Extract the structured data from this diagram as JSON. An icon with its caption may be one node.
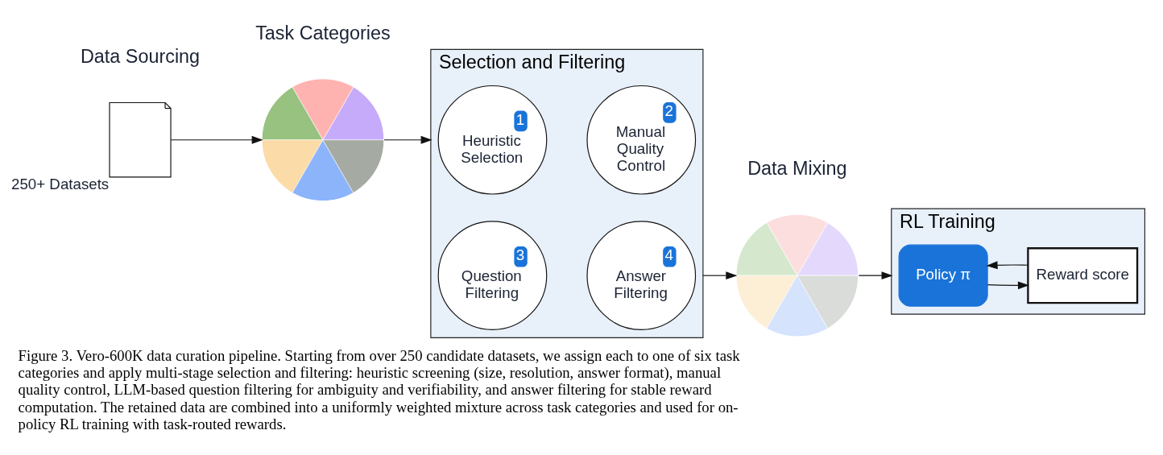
{
  "diagram": {
    "caption": "Figure 3. Vero-600K data curation pipeline. Starting from over 250 candidate datasets, we assign each to one of six task categories and apply multi-stage selection and filtering: heuristic screening (size, resolution, answer format), manual quality control, LLM-based question filtering for ambiguity and verifiability, and answer filtering for stable reward computation. The retained data are combined into a uniformly weighted mixture across task categories and used for on-policy RL training with task-routed rewards.",
    "nodes": [
      {
        "text": [],
        "shape": "document",
        "beside": [
          "250+ Datasets"
        ]
      },
      {
        "text": [],
        "shape": "circle"
      },
      {
        "text": [
          "Selection and Filtering"
        ]
      },
      {
        "text": [
          "1",
          "Heuristic Selection"
        ],
        "in": 2
      },
      {
        "text": [
          "2",
          "Manual Quality Control"
        ],
        "in": 2
      },
      {
        "text": [
          "3",
          "Question Filtering"
        ],
        "in": 2
      },
      {
        "text": [
          "4",
          "Answer Filtering"
        ],
        "in": 2
      },
      {
        "text": [],
        "shape": "circle"
      },
      {
        "text": [
          "RL Training"
        ]
      },
      {
        "text": [
          "Policy π"
        ],
        "in": 8
      },
      {
        "text": [
          "Reward score"
        ],
        "in": 8
      }
    ],
    "edges": [
      {
        "from": 0,
        "to": 1,
        "arrow": "to"
      },
      {
        "from": 1,
        "to": 2,
        "arrow": "to"
      },
      {
        "from": 2,
        "to": 7,
        "arrow": "to"
      },
      {
        "from": 7,
        "to": 8,
        "arrow": "to"
      },
      {
        "from": 9,
        "to": 10,
        "arrow": "to"
      },
      {
        "from": 10,
        "to": 9,
        "arrow": "to"
      }
    ],
    "labels": [
      "Data Sourcing",
      "Task Categories",
      "Data Mixing"
    ]
  }
}
